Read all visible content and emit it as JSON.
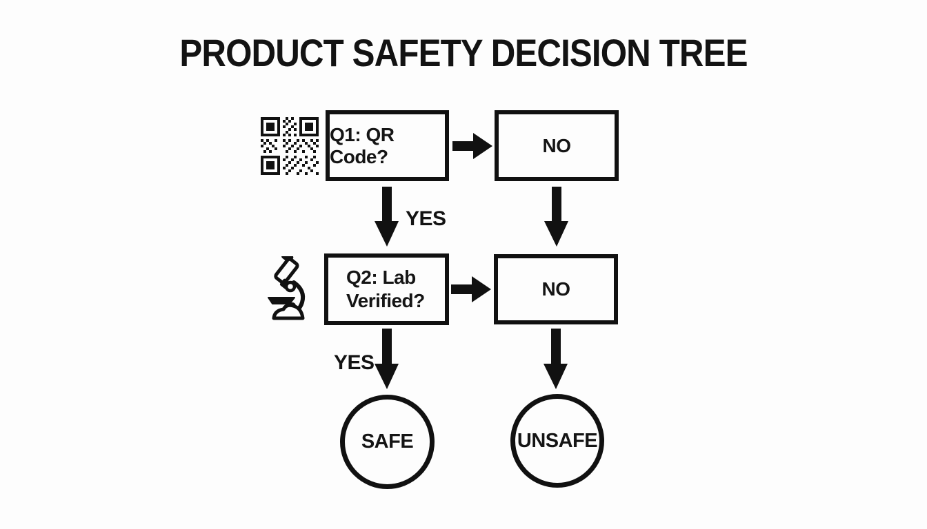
{
  "title": "PRODUCT SAFETY DECISION TREE",
  "colors": {
    "background": "#fdfdfd",
    "ink": "#111111"
  },
  "diagram": {
    "type": "decision-tree",
    "nodes": [
      {
        "id": "q1",
        "shape": "rectangle",
        "label": "Q1: QR Code?",
        "icon": "qr-code-icon"
      },
      {
        "id": "no1",
        "shape": "rectangle",
        "label": "NO"
      },
      {
        "id": "q2",
        "shape": "rectangle",
        "label": "Q2: Lab Verified?",
        "icon": "microscope-icon"
      },
      {
        "id": "no2",
        "shape": "rectangle",
        "label": "NO"
      },
      {
        "id": "safe",
        "shape": "circle",
        "label": "SAFE"
      },
      {
        "id": "unsafe",
        "shape": "circle",
        "label": "UNSAFE"
      }
    ],
    "edges": [
      {
        "from": "q1",
        "to": "no1",
        "direction": "right",
        "label": ""
      },
      {
        "from": "q1",
        "to": "q2",
        "direction": "down",
        "label": "YES"
      },
      {
        "from": "no1",
        "to": "no2",
        "direction": "down",
        "label": ""
      },
      {
        "from": "q2",
        "to": "no2",
        "direction": "right",
        "label": ""
      },
      {
        "from": "q2",
        "to": "safe",
        "direction": "down",
        "label": "YES"
      },
      {
        "from": "no2",
        "to": "unsafe",
        "direction": "down",
        "label": ""
      }
    ]
  }
}
